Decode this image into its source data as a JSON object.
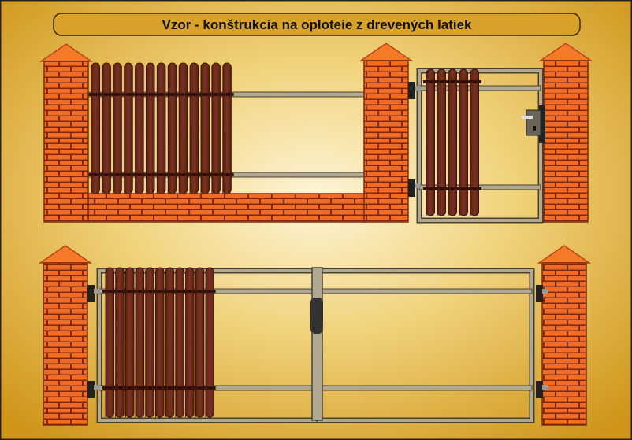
{
  "title": "Vzor - konštrukcia na oploteie z drevených latiek",
  "colors": {
    "background_center": "#fbf0c8",
    "background_edge": "#d49a1e",
    "title_bar": "#d9a12a",
    "brick": "#f26b22",
    "mortar": "#7a2a12",
    "cap": "#f47a2a",
    "picket": "#6b2a1c",
    "frame": "#8a8270"
  },
  "diagram": {
    "top_section": {
      "fence_pickets": 13,
      "gate_pickets": 5
    },
    "bottom_section": {
      "gate_pickets": 11
    }
  }
}
